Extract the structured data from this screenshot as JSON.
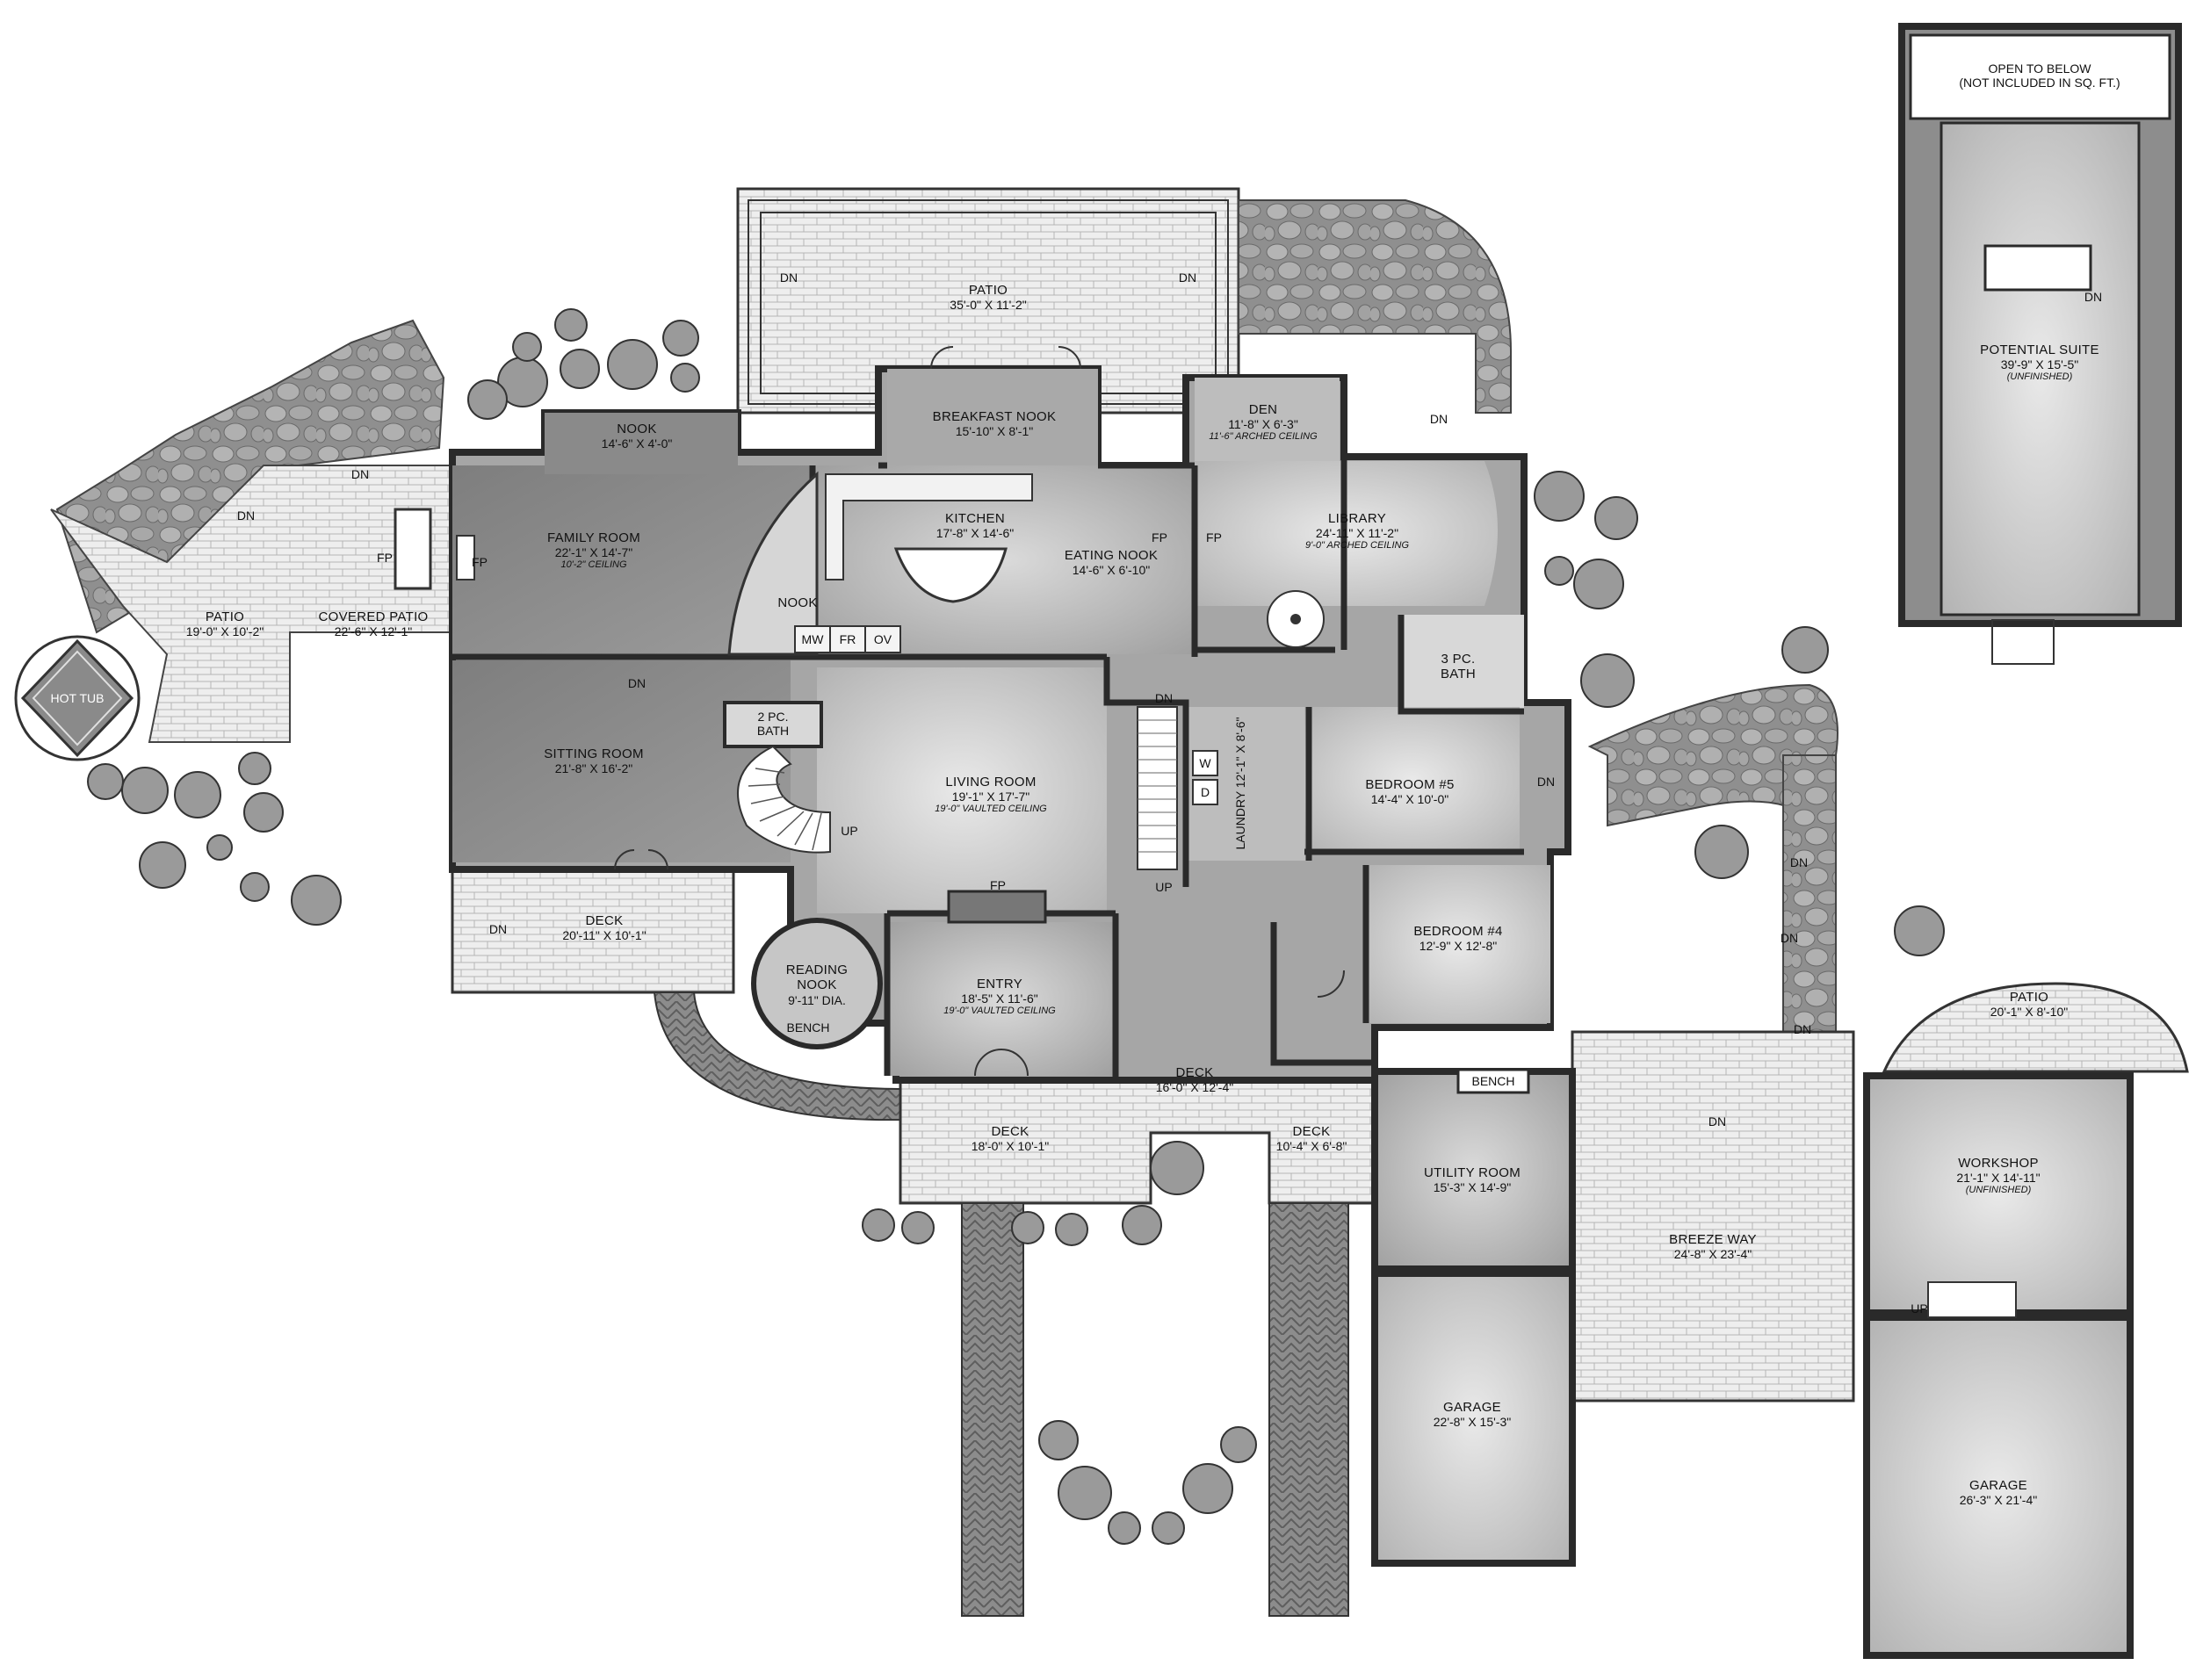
{
  "rooms": {
    "open_below": {
      "name": "OPEN TO BELOW",
      "note": "(NOT INCLUDED IN SQ. FT.)"
    },
    "potential_suite": {
      "name": "POTENTIAL SUITE",
      "dim": "39'-9\" X 15'-5\"",
      "note": "(UNFINISHED)"
    },
    "patio_top": {
      "name": "PATIO",
      "dim": "35'-0\" X 11'-2\""
    },
    "breakfast_nook": {
      "name": "BREAKFAST NOOK",
      "dim": "15'-10\" X 8'-1\""
    },
    "den": {
      "name": "DEN",
      "dim": "11'-8\" X 6'-3\"",
      "note": "11'-6\" ARCHED CEILING"
    },
    "nook_top": {
      "name": "NOOK",
      "dim": "14'-6\" X 4'-0\""
    },
    "family_room": {
      "name": "FAMILY ROOM",
      "dim": "22'-1\" X 14'-7\"",
      "note": "10'-2\" CEILING"
    },
    "kitchen": {
      "name": "KITCHEN",
      "dim": "17'-8\" X 14'-6\""
    },
    "eating_nook": {
      "name": "EATING NOOK",
      "dim": "14'-6\" X 6'-10\""
    },
    "library": {
      "name": "LIBRARY",
      "dim": "24'-11\" X 11'-2\"",
      "note": "9'-0\" ARCHED CEILING"
    },
    "patio_left": {
      "name": "PATIO",
      "dim": "19'-0\" X 10'-2\""
    },
    "covered_patio": {
      "name": "COVERED PATIO",
      "dim": "22'-6\" X 12'-1\""
    },
    "nook_small": {
      "name": "NOOK"
    },
    "bath3": {
      "name": "3 PC.",
      "name2": "BATH"
    },
    "bath2": {
      "name": "2 PC.",
      "name2": "BATH"
    },
    "sitting_room": {
      "name": "SITTING ROOM",
      "dim": "21'-8\" X 16'-2\""
    },
    "living_room": {
      "name": "LIVING ROOM",
      "dim": "19'-1\" X 17'-7\"",
      "note": "19'-0\" VAULTED CEILING"
    },
    "laundry": {
      "name": "LAUNDRY",
      "dim": "12'-1\" X 8'-6\""
    },
    "bedroom5": {
      "name": "BEDROOM #5",
      "dim": "14'-4\" X 10'-0\""
    },
    "bedroom4": {
      "name": "BEDROOM #4",
      "dim": "12'-9\" X 12'-8\""
    },
    "deck_left": {
      "name": "DECK",
      "dim": "20'-11\" X 10'-1\""
    },
    "reading_nook": {
      "name": "READING",
      "name2": "NOOK",
      "dim": "9'-11\" DIA."
    },
    "entry": {
      "name": "ENTRY",
      "dim": "18'-5\" X 11'-6\"",
      "note": "19'-0\" VAULTED CEILING"
    },
    "deck_center": {
      "name": "DECK",
      "dim": "16'-0\" X 12'-4\""
    },
    "deck_front_left": {
      "name": "DECK",
      "dim": "18'-0\" X 10'-1\""
    },
    "deck_front_right": {
      "name": "DECK",
      "dim": "10'-4\" X 6'-8\""
    },
    "patio_right": {
      "name": "PATIO",
      "dim": "20'-1\" X 8'-10\""
    },
    "workshop": {
      "name": "WORKSHOP",
      "dim": "21'-1\" X 14'-11\"",
      "note": "(UNFINISHED)"
    },
    "utility_room": {
      "name": "UTILITY ROOM",
      "dim": "15'-3\" X 14'-9\""
    },
    "breeze_way": {
      "name": "BREEZE WAY",
      "dim": "24'-8\" X 23'-4\""
    },
    "garage_left": {
      "name": "GARAGE",
      "dim": "22'-8\" X 15'-3\""
    },
    "garage_right": {
      "name": "GARAGE",
      "dim": "26'-3\" X 21'-4\""
    }
  },
  "fixtures": {
    "hot_tub": "HOT TUB",
    "bench": "BENCH",
    "fp": "FP",
    "mw": "MW",
    "fr": "FR",
    "ov": "OV",
    "washer": "W",
    "dryer": "D"
  },
  "stairs": {
    "down": "DN",
    "up": "UP"
  },
  "colors": {
    "wall": "#3a3a3a",
    "room_dark": "#8a8a8a",
    "room_mid": "#a9a9a9",
    "room_light": "#cfcfcf",
    "paving": "#ececec",
    "stone": "#9a9a9a"
  }
}
